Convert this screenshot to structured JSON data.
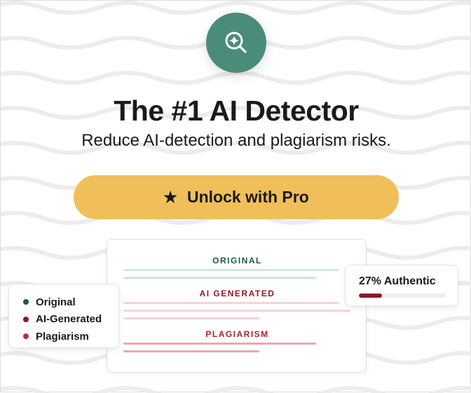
{
  "header": {
    "icon": "search-sparkle-icon",
    "title": "The #1 AI Detector",
    "subtitle": "Reduce AI-detection and plagiarism risks."
  },
  "cta": {
    "icon": "star-icon",
    "label": "Unlock with Pro"
  },
  "card": {
    "sections": [
      {
        "label": "ORIGINAL",
        "color": "#1e5c3a"
      },
      {
        "label": "AI GENERATED",
        "color": "#8b1a24"
      },
      {
        "label": "PLAGIARISM",
        "color": "#a8222e"
      }
    ]
  },
  "legend": {
    "items": [
      {
        "label": "Original",
        "color": "#1e5c3a"
      },
      {
        "label": "AI-Generated",
        "color": "#8b1a24"
      },
      {
        "label": "Plagiarism",
        "color": "#b0323e"
      }
    ]
  },
  "badge": {
    "label": "27% Authentic",
    "percent": 27
  },
  "colors": {
    "accent": "#4a8c7a",
    "cta": "#f0bf5a"
  }
}
